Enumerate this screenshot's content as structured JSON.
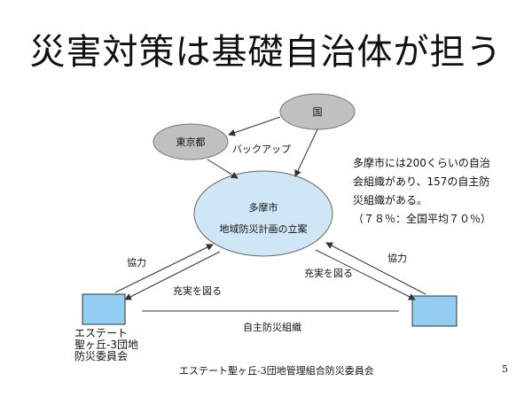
{
  "slide": {
    "title": "災害対策は基礎自治体が担う",
    "footer": "エステート聖ヶ丘-3団地管理組合防災委員会",
    "page_number": "5"
  },
  "diagram": {
    "nodes": {
      "kuni": "国",
      "tokyo": "東京都",
      "tama_line1": "多摩市",
      "tama_line2": "地域防災計画の立案"
    },
    "edges": {
      "backup": "バックアップ",
      "kyoryoku_left": "協力",
      "kyoryoku_right": "協力",
      "jujitsu_left": "充実を図る",
      "jujitsu_right": "充実を図る",
      "jishu": "自主防災組織"
    },
    "note": [
      "多摩市には200くらいの自治",
      "会組織があり、157の自主防",
      "災組織がある。",
      "（７８％：全国平均７０％）"
    ],
    "org_label": [
      "エステート",
      "聖ヶ丘-3団地",
      "防災委員会"
    ]
  },
  "colors": {
    "gray_node": "#c0c0c0",
    "city_node": "#cfe6f7",
    "blue_box": "#93cdf1",
    "arrow": "#333333"
  }
}
